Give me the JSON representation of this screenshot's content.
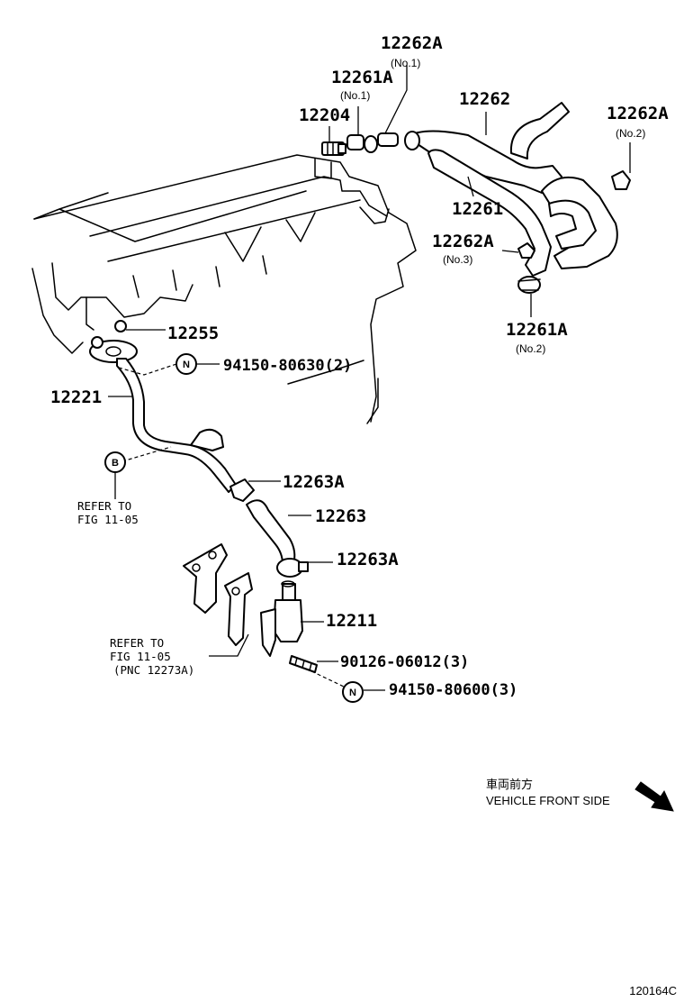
{
  "labels": {
    "p12262A_no1": "12262A",
    "p12262A_no1_sub": "(No.1)",
    "p12261A_no1": "12261A",
    "p12261A_no1_sub": "(No.1)",
    "p12204": "12204",
    "p12262": "12262",
    "p12262A_no2": "12262A",
    "p12262A_no2_sub": "(No.2)",
    "p12261": "12261",
    "p12262A_no3": "12262A",
    "p12262A_no3_sub": "(No.3)",
    "p12261A_no2": "12261A",
    "p12261A_no2_sub": "(No.2)",
    "p12255": "12255",
    "p94150_80630": "94150-80630(2)",
    "p12221": "12221",
    "p12263A_upper": "12263A",
    "p12263": "12263",
    "p12263A_lower": "12263A",
    "p12211": "12211",
    "p90126": "90126-06012(3)",
    "p94150_80600": "94150-80600(3)"
  },
  "refs": {
    "ref_b_line1": "REFER TO",
    "ref_b_line2": "FIG 11-05",
    "ref_pnc_line1": "REFER TO",
    "ref_pnc_line2": "FIG 11-05",
    "ref_pnc_line3": "(PNC 12273A)"
  },
  "circles": {
    "n_upper": "N",
    "b": "B",
    "n_lower": "N"
  },
  "direction": {
    "jp": "車両前方",
    "en": "VEHICLE FRONT SIDE"
  },
  "figure_id": "120164C"
}
